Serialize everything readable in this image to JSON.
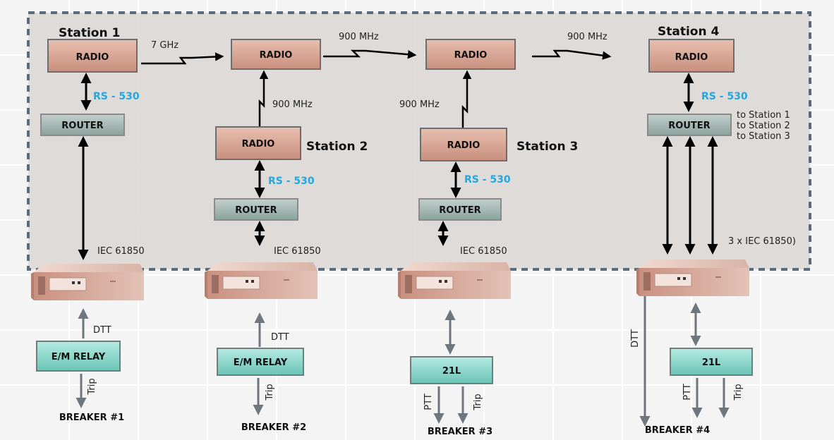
{
  "stations": {
    "s1": {
      "title": "Station 1",
      "radio": "RADIO",
      "router": "ROUTER",
      "rs": "RS - 530",
      "iec": "IEC 61850",
      "relay": "E/M RELAY",
      "sig_up": "DTT",
      "sig_down": "Trip",
      "breaker": "BREAKER #1"
    },
    "s2": {
      "title": "Station 2",
      "radio_top": "RADIO",
      "radio": "RADIO",
      "router": "ROUTER",
      "rs": "RS - 530",
      "iec": "IEC 61850",
      "relay": "E/M RELAY",
      "sig_up": "DTT",
      "sig_down": "Trip",
      "breaker": "BREAKER #2",
      "link": "900 MHz"
    },
    "s3": {
      "title": "Station 3",
      "radio_top": "RADIO",
      "radio": "RADIO",
      "router": "ROUTER",
      "rs": "RS - 530",
      "iec": "IEC 61850",
      "relay": "21L",
      "sig_ptt": "PTT",
      "sig_trip": "Trip",
      "breaker": "BREAKER #3",
      "link": "900 MHz"
    },
    "s4": {
      "title": "Station 4",
      "radio": "RADIO",
      "router": "ROUTER",
      "rs": "RS - 530",
      "iec": "3 x IEC 61850)",
      "relay": "21L",
      "sig_dtt": "DTT",
      "sig_ptt": "PTT",
      "sig_trip": "Trip",
      "breaker": "BREAKER #4",
      "router_notes": [
        "to Station 1",
        "to Station 2",
        "to Station 3"
      ]
    }
  },
  "links": {
    "l1": "7 GHz",
    "l2": "900 MHz",
    "l3": "900 MHz"
  },
  "colors": {
    "radio": "#d9a593",
    "router": "#9fb5b0",
    "relay": "#8fd6cc",
    "rs": "#22a8dd",
    "boundary": "#5a6d7e",
    "shade": "#dcd8d6",
    "arrow_black": "#000000",
    "arrow_gray": "#6e7780"
  },
  "icons": {
    "device": "protection-relay-chassis-icon",
    "link": "radio-link-zigzag-arrow-icon"
  }
}
